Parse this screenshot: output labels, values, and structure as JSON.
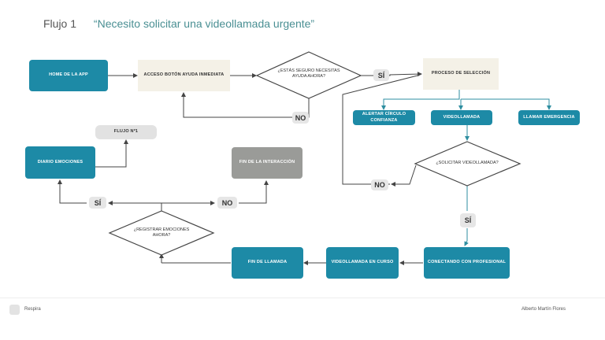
{
  "header": {
    "flow_title": "Flujo 1",
    "subtitle": "“Necesito solicitar una videollamada urgente”"
  },
  "nodes": {
    "home": "HOME DE LA APP",
    "acceso": "ACCESO BOTÓN AYUDA INMEDIATA",
    "seguro": "¿ESTÁS SEGURO NECESITAS AYUDA AHORA?",
    "proceso": "PROCESO DE SELECCIÓN",
    "alertar": "ALERTAR CÍRCULO CONFIANZA",
    "videollamada": "VIDEOLLAMADA",
    "llamar": "LLAMAR EMERGENCIA",
    "solicitar": "¿SOLICITAR VIDEOLLAMADA?",
    "conectando": "CONECTANDO CON PROFESIONAL",
    "en_curso": "VIDEOLLAMADA EN CURSO",
    "fin_llamada": "FIN DE LLAMADA",
    "registrar": "¿REGISTRAR EMOCIONES AHORA?",
    "fin_interaccion": "FIN DE LA INTERACCIÓN",
    "diario": "DIARIO EMOCIONES",
    "flujo_n1": "FLUJO Nº1"
  },
  "labels": {
    "si_1": "SÍ",
    "no_1": "NO",
    "no_2": "NO",
    "si_2": "SÍ",
    "si_3": "SÍ",
    "no_3": "NO"
  },
  "footer": {
    "left": "Respira",
    "right": "Alberto Martín Flores"
  },
  "colors": {
    "teal": "#1d8aa6",
    "beige": "#f4f1e7",
    "grey": "#9a9b98",
    "arrow_dark": "#444444",
    "arrow_teal": "#2e8ea0"
  }
}
